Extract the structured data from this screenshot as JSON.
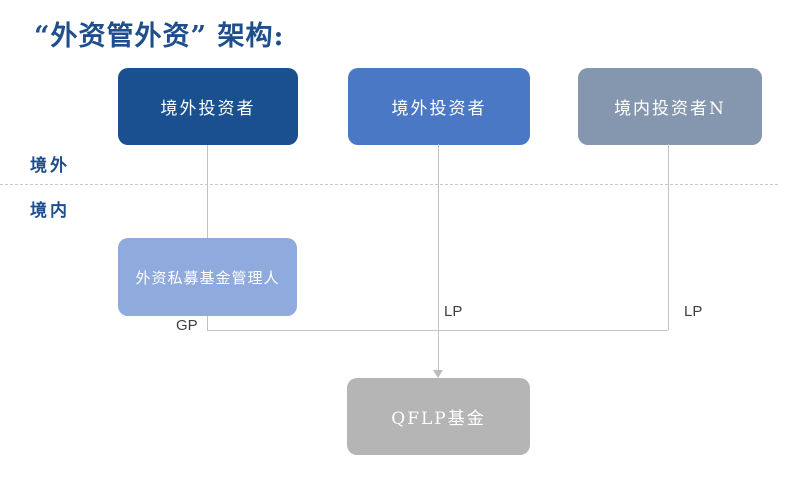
{
  "title": "“外资管外资” 架构:",
  "regions": {
    "outside": "境外",
    "inside": "境内"
  },
  "nodes": {
    "investor1": {
      "label": "境外投资者",
      "color": "#1A508F"
    },
    "investor2": {
      "label": "境外投资者",
      "color": "#4A78C5"
    },
    "investor3": {
      "label": "境内投资者N",
      "color": "#8597AE"
    },
    "manager": {
      "label": "外资私募基金管理人",
      "color": "#8FAADC"
    },
    "fund": {
      "label": "QFLP基金",
      "color": "#B5B5B5"
    }
  },
  "edge_labels": {
    "gp": "GP",
    "lp1": "LP",
    "lp2": "LP"
  },
  "colors": {
    "title_text": "#1F4E8C",
    "region_label_text": "#1F4E8C",
    "connector_line": "#C3C3C3",
    "dashed_divider": "#C9C9C9",
    "edge_label_text": "#3F3F46",
    "background": "#FFFFFF"
  }
}
